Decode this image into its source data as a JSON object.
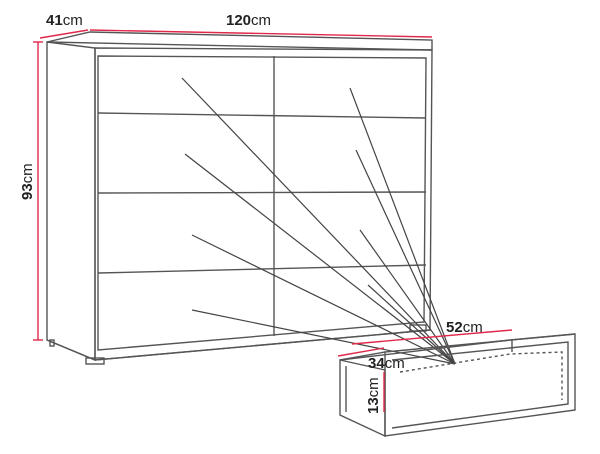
{
  "dimensions": {
    "depth": {
      "number": "41",
      "unit": "cm"
    },
    "width": {
      "number": "120",
      "unit": "cm"
    },
    "height": {
      "number": "93",
      "unit": "cm"
    },
    "drawer_width": {
      "number": "52",
      "unit": "cm"
    },
    "drawer_depth": {
      "number": "34",
      "unit": "cm"
    },
    "drawer_height": {
      "number": "13",
      "unit": "cm"
    }
  },
  "colors": {
    "outline": "#555555",
    "dimension_line": "#e0294a",
    "background": "#ffffff"
  }
}
